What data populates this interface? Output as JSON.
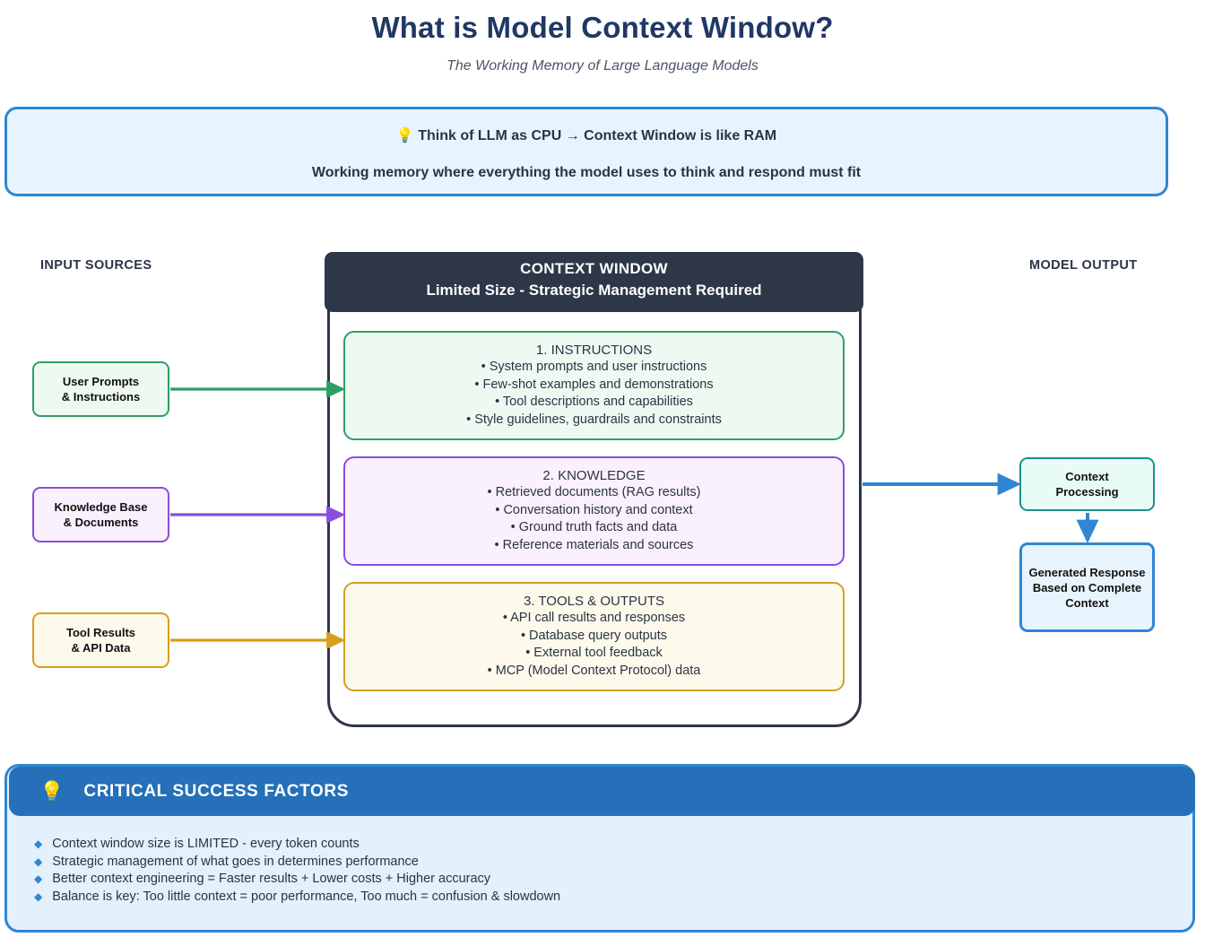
{
  "header": {
    "title": "What is Model Context Window?",
    "subtitle": "The Working Memory of Large Language Models"
  },
  "analogy_banner": {
    "bulb_icon": "light-bulb-icon",
    "line1": "💡 Think of LLM as CPU  →  Context Window is like RAM",
    "line2": "Working memory where everything the model uses to think and respond must fit",
    "background_color": "#e8f4fd",
    "border_color": "#2e86d4"
  },
  "columns": {
    "input_label": "INPUT SOURCES",
    "output_label": "MODEL OUTPUT"
  },
  "context_window": {
    "header_title": "CONTEXT WINDOW",
    "header_subtitle": "Limited Size - Strategic Management Required",
    "header_bg": "#2d3748",
    "components": [
      {
        "title": "1. INSTRUCTIONS",
        "lines": [
          "• System prompts and user instructions",
          "• Few-shot examples and demonstrations",
          "• Tool descriptions and capabilities",
          "• Style guidelines, guardrails and constraints"
        ],
        "fill": "#eefaf1",
        "stroke": "#2e9e63"
      },
      {
        "title": "2. KNOWLEDGE",
        "lines": [
          "• Retrieved documents (RAG results)",
          "• Conversation history and context",
          "• Ground truth facts and data",
          "• Reference materials and sources"
        ],
        "fill": "#f9f1fe",
        "stroke": "#8b4ddb"
      },
      {
        "title": "3. TOOLS & OUTPUTS",
        "lines": [
          "• API call results and responses",
          "• Database query outputs",
          "• External tool feedback",
          "• MCP (Model Context Protocol) data"
        ],
        "fill": "#fdfaec",
        "stroke": "#d6a01d"
      }
    ]
  },
  "input_sources": [
    {
      "line1": "User Prompts",
      "line2": "& Instructions",
      "fill": "#eefaf1",
      "stroke": "#2e9e63"
    },
    {
      "line1": "Knowledge Base",
      "line2": "& Documents",
      "fill": "#f9f1fe",
      "stroke": "#8b4ddb"
    },
    {
      "line1": "Tool Results",
      "line2": "& API Data",
      "fill": "#fdfaec",
      "stroke": "#d6a01d"
    }
  ],
  "model_output": {
    "processing": {
      "line1": "Context",
      "line2": "Processing",
      "fill": "#e8fbf5",
      "stroke": "#18918c"
    },
    "response": {
      "line1": "Generated Response",
      "line2": "Based on Complete",
      "line3": "Context",
      "fill": "#e8f4fd",
      "stroke": "#2e86d4"
    }
  },
  "arrow_colors": {
    "instructions": "#2e9e63",
    "knowledge": "#8b4ddb",
    "tools": "#d6a01d",
    "output": "#2e86d4"
  },
  "critical_success_factors": {
    "bulb_icon": "light-bulb-icon",
    "title": "CRITICAL SUCCESS FACTORS",
    "header_color": "#2570b8",
    "body_color": "#e4f0fb",
    "items": [
      "Context window size is LIMITED - every token counts",
      "Strategic management of what goes in determines performance",
      "Better context engineering = Faster results + Lower costs + Higher accuracy",
      "Balance is key: Too little context = poor performance, Too much = confusion & slowdown"
    ]
  }
}
